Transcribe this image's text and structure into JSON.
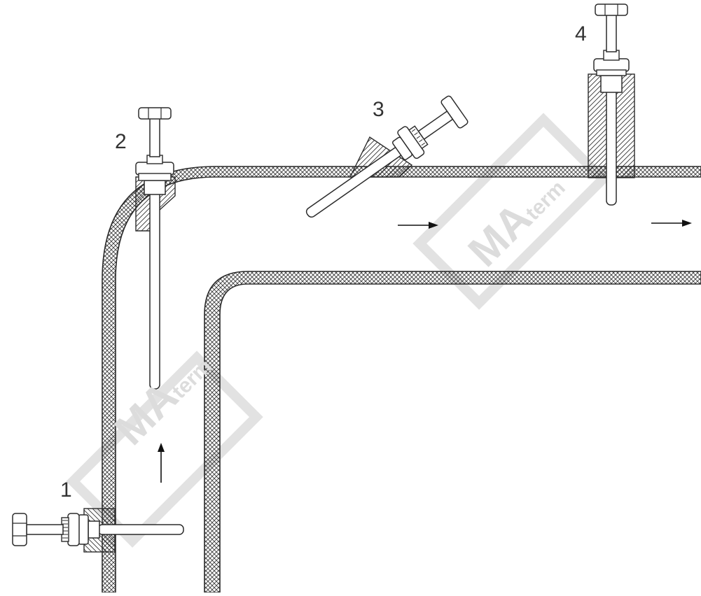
{
  "diagram": {
    "labels": {
      "sensor1": "1",
      "sensor2": "2",
      "sensor3": "3",
      "sensor4": "4"
    },
    "watermark": {
      "main": "MA",
      "sub": "term"
    },
    "colors": {
      "line": "#2b2b2b",
      "hatch": "#3a3a3a",
      "label": "#333333",
      "watermark": "#dcdcdc"
    }
  }
}
